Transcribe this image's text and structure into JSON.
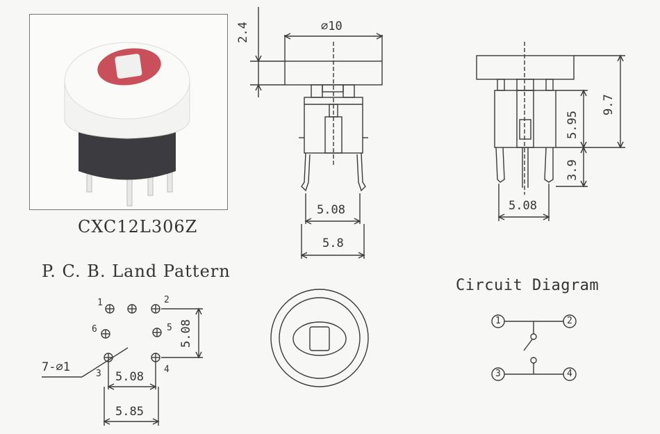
{
  "product": {
    "model": "CXC12L306Z"
  },
  "front_view": {
    "dim_cap_diameter": "⌀10",
    "dim_cap_height": "2.4",
    "dim_pin_pitch": "5.08",
    "dim_body_width": "5.8"
  },
  "side_view": {
    "dim_total_height": "9.7",
    "dim_body_height": "5.95",
    "dim_pin_length": "3.9",
    "dim_pin_pitch": "5.08"
  },
  "pcb": {
    "title": "P. C. B. Land Pattern",
    "hole_note": "7-⌀1",
    "dim_vertical": "5.08",
    "dim_inner": "5.08",
    "dim_outer": "5.85",
    "pin_labels": [
      "1",
      "2",
      "3",
      "4",
      "5",
      "6"
    ]
  },
  "circuit": {
    "title": "Circuit Diagram",
    "terminals": [
      "1",
      "2",
      "3",
      "4"
    ]
  },
  "colors": {
    "line": "#3a3a3a",
    "lens": "#c9505a",
    "body": "#3b3b40"
  }
}
